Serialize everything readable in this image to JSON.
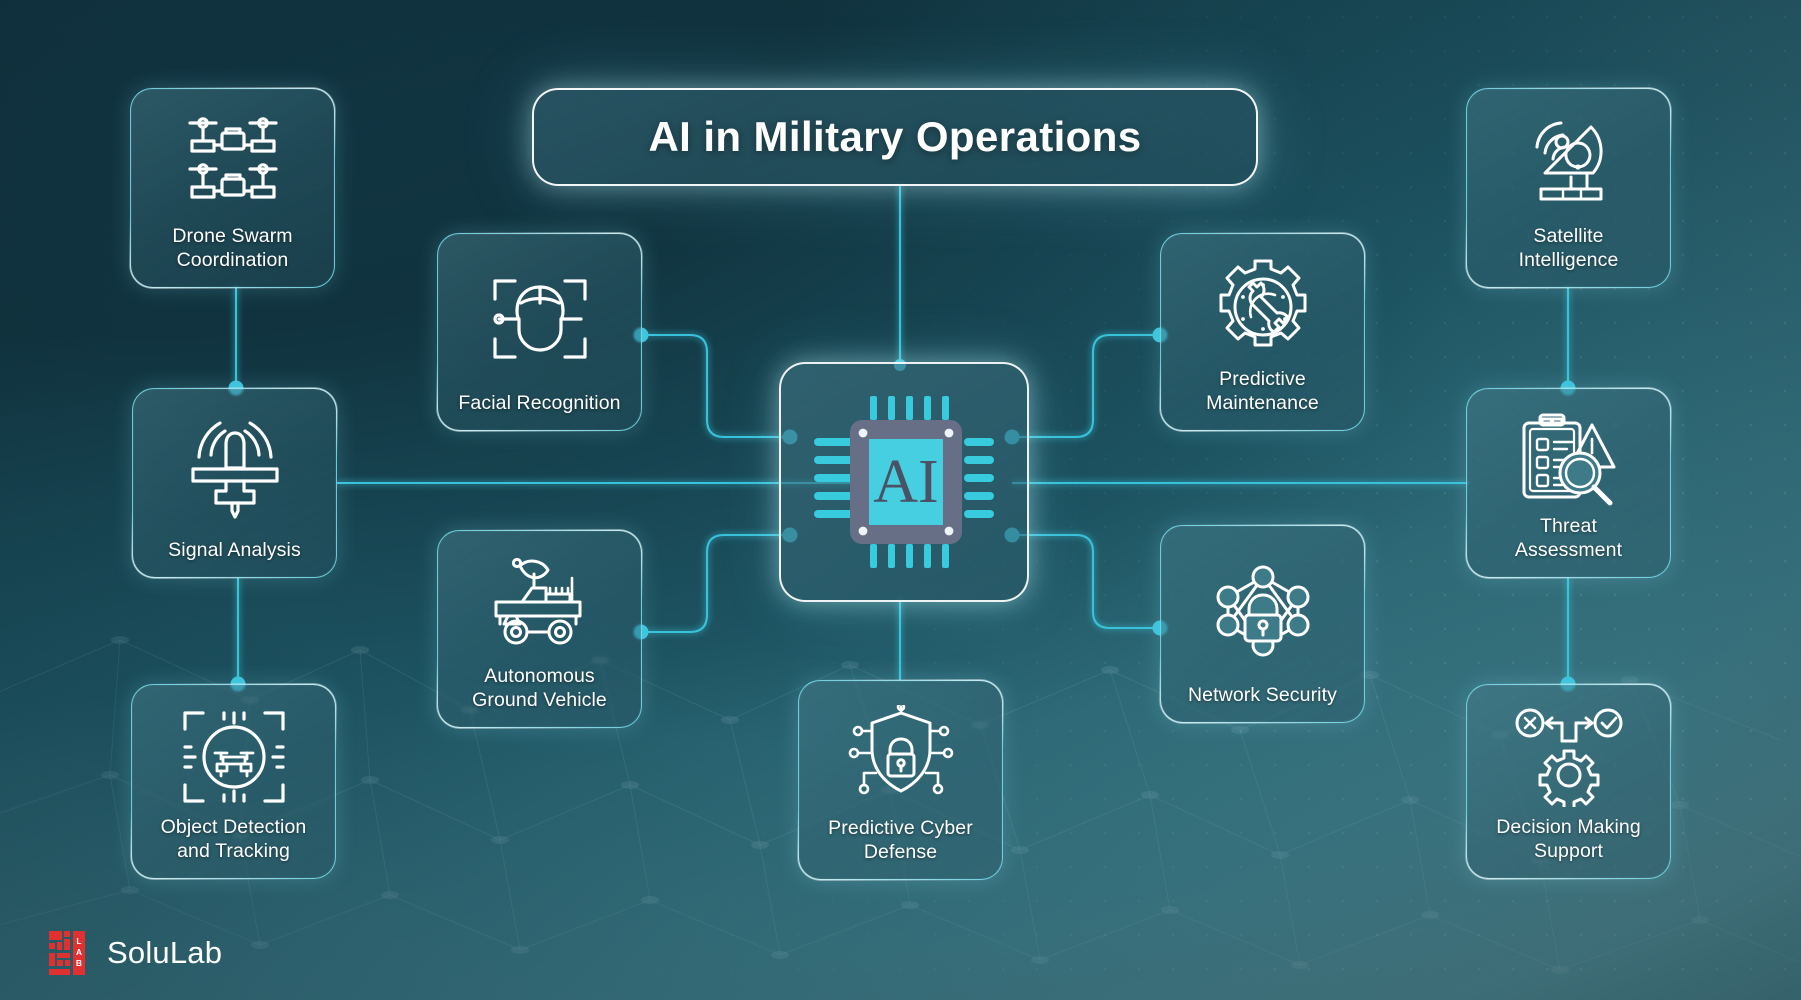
{
  "title": "AI in Military Operations",
  "center": {
    "label": "AI",
    "icon": "ai-chip-icon"
  },
  "brand": {
    "name": "SoluLab",
    "mark_text": "LAB",
    "mark_color": "#e03030"
  },
  "colors": {
    "accent": "#3fc6dc",
    "connector": "#39c2da",
    "card_border": "#78e1f0",
    "chip_body": "#6b7489",
    "chip_screen": "#45cfe0",
    "text": "#ffffff",
    "bg_dark": "#10333f",
    "bg_light": "#57959f"
  },
  "nodes": [
    {
      "id": "drone-swarm-coordination",
      "label": "Drone Swarm\nCoordination",
      "icon": "drone-swarm-icon"
    },
    {
      "id": "signal-analysis",
      "label": "Signal Analysis",
      "icon": "signal-aircraft-icon"
    },
    {
      "id": "object-detection",
      "label": "Object Detection\nand Tracking",
      "icon": "target-crosshair-icon"
    },
    {
      "id": "facial-recognition",
      "label": "Facial Recognition",
      "icon": "face-scan-icon"
    },
    {
      "id": "autonomous-ground-vehicle",
      "label": "Autonomous\nGround Vehicle",
      "icon": "ground-vehicle-icon"
    },
    {
      "id": "predictive-cyber-defense",
      "label": "Predictive Cyber\nDefense",
      "icon": "shield-circuit-lock-icon"
    },
    {
      "id": "predictive-maintenance",
      "label": "Predictive\nMaintenance",
      "icon": "gear-wrench-icon"
    },
    {
      "id": "network-security",
      "label": "Network Security",
      "icon": "network-lock-icon"
    },
    {
      "id": "satellite-intelligence",
      "label": "Satellite\nIntelligence",
      "icon": "satellite-dish-icon"
    },
    {
      "id": "threat-assessment",
      "label": "Threat\nAssessment",
      "icon": "clipboard-warning-magnifier-icon"
    },
    {
      "id": "decision-making-support",
      "label": "Decision Making\nSupport",
      "icon": "decision-gear-arrows-icon"
    }
  ]
}
